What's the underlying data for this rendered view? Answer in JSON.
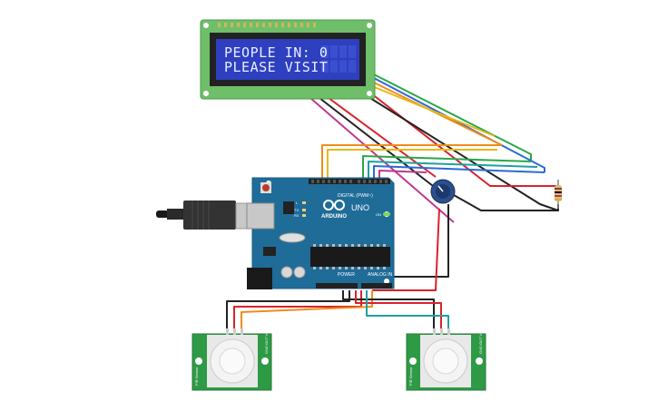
{
  "lcd": {
    "line1": "PEOPLE IN: 0",
    "line2": "PLEASE VISIT"
  },
  "arduino": {
    "brand": "ARDUINO",
    "model": "UNO",
    "digital_label": "DIGITAL (PWM~)",
    "analog_label": "ANALOG IN",
    "power_label": "POWER",
    "tx_label": "TX",
    "rx_label": "RX",
    "l_label": "L",
    "on_label": "ON"
  },
  "pir_left": {
    "model_label": "PIR Sensor",
    "pins_label": "GND OUT VCC"
  },
  "pir_right": {
    "model_label": "PIR Sensor",
    "pins_label": "GND OUT VCC"
  },
  "colors": {
    "lcd_board": "#6fbf6a",
    "lcd_screen": "#2e3fbf",
    "arduino_board": "#1f6c99",
    "pir_board": "#2e9a45",
    "wire_red": "#d8232a",
    "wire_black": "#222222",
    "wire_orange": "#f08c1a",
    "wire_yellow": "#e8b818",
    "wire_green": "#2aa84a",
    "wire_blue": "#2a6ad8",
    "wire_teal": "#1ea0a0",
    "wire_magenta": "#c0398c"
  }
}
